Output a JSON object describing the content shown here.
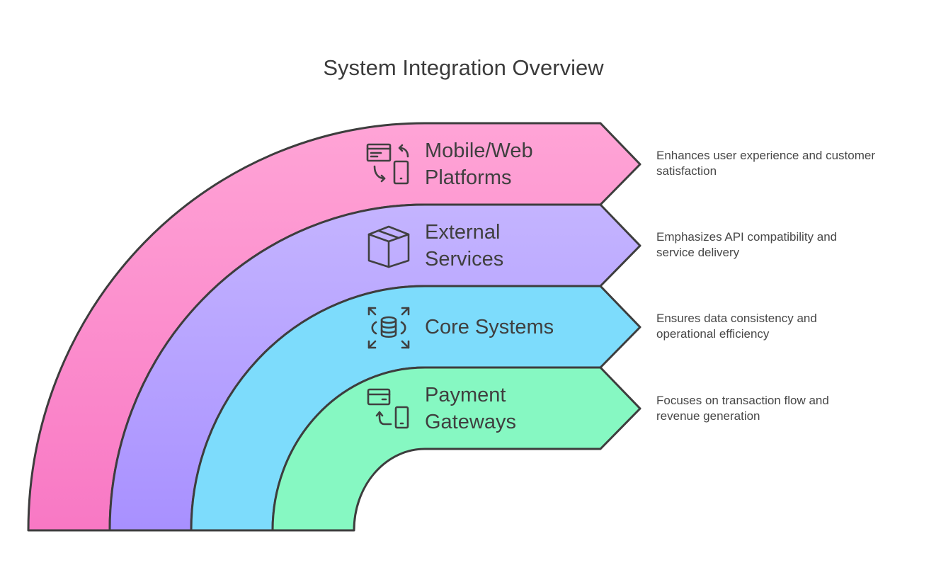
{
  "title": "System Integration Overview",
  "layers": [
    {
      "label_line1": "Mobile/Web",
      "label_line2": "Platforms",
      "description_line1": "Enhances user experience and customer",
      "description_line2": "satisfaction",
      "icon": "browser-phone-sync-icon",
      "color_top": "#ffa4d6",
      "color_bottom": "#f878c4"
    },
    {
      "label_line1": "External",
      "label_line2": "Services",
      "description_line1": "Emphasizes API compatibility and",
      "description_line2": "service delivery",
      "icon": "box-icon",
      "color_top": "#c4b4ff",
      "color_bottom": "#a890ff"
    },
    {
      "label_line1": "Core Systems",
      "label_line2": "",
      "description_line1": "Ensures data consistency and",
      "description_line2": "operational efficiency",
      "icon": "database-expand-icon",
      "color_top": "#7ddcfc",
      "color_bottom": "#7ddcfc"
    },
    {
      "label_line1": "Payment",
      "label_line2": "Gateways",
      "description_line1": "Focuses on transaction flow and",
      "description_line2": "revenue generation",
      "icon": "card-phone-payment-icon",
      "color_top": "#86f8c2",
      "color_bottom": "#86f8c2"
    }
  ]
}
